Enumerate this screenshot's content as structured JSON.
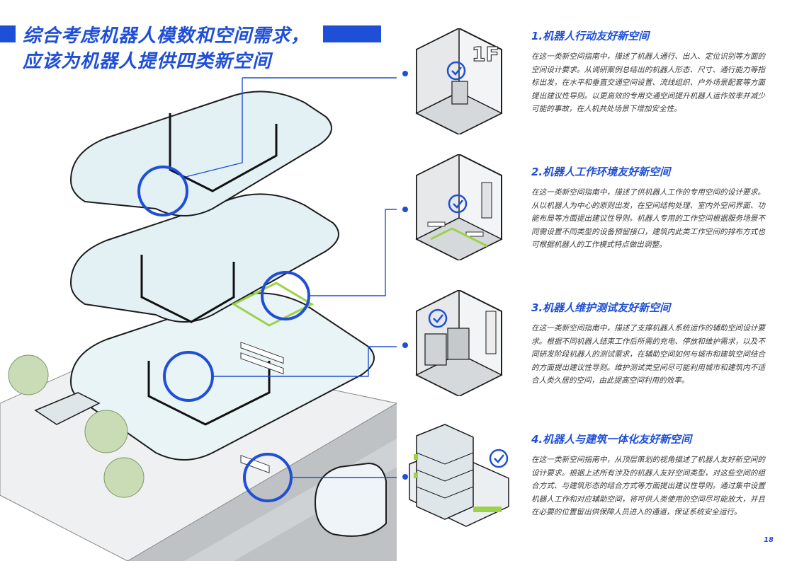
{
  "title": {
    "line1": "综合考虑机器人模数和空间需求，",
    "line2": "应该为机器人提供四类新空间"
  },
  "thumbnails": {
    "t1_sign": "1F"
  },
  "sections": [
    {
      "heading": "1.机器人行动友好新空间",
      "body": "在这一类新空间指南中，描述了机器人通行、出入、定位识别等方面的空间设计要求。从调研案例总结出的机器人形态、尺寸、通行能力等指标出发，在水平和垂直交通空间设置、流线组织、户外场景配套等方面提出建议性导则。以更高效的专用交通空间提升机器人运作效率并减少可能的事故，在人机共处场景下增加安全性。"
    },
    {
      "heading": "2.机器人工作环境友好新空间",
      "body": "在这一类新空间指南中，描述了供机器人工作的专用空间的设计要求。从以机器人为中心的原则出发，在空间结构处理、室内外空间界面、功能布局等方面提出建议性导则。机器人专用的工作空间根据服务场景不同需设置不同类型的设备预留接口，建筑内此类工作空间的排布方式也可根据机器人的工作模式特点做出调整。"
    },
    {
      "heading": "3.机器人维护测试友好新空间",
      "body": "在这一类新空间指南中，描述了支撑机器人系统运作的辅助空间设计要求。根据不同机器人结束工作后所需的充电、停放和维护需求，以及不同研发阶段机器人的测试需求，在辅助空间如何与城市和建筑空间结合的方面提出建议性导则。维护测试类空间尽可能利用城市和建筑内不适合人类久居的空间，由此提高空间利用的效率。"
    },
    {
      "heading": "4.机器人与建筑一体化友好新空间",
      "body": "在这一类新空间指南中，从顶层策划的视角描述了机器人友好新空间的设计要求。根据上述所有涉及的机器人友好空间类型，对这些空间的组合方式、与建筑形态的结合方式等方面提出建议性导则。通过集中设置机器人工作和对应辅助空间，将可供人类使用的空间尽可能放大，并且在必要的位置留出供保障人员进入的通道，保证系统安全运行。"
    }
  ],
  "page_number": "18",
  "colors": {
    "accent": "#1f4fd6",
    "body_text": "#3a3a3a",
    "glass": "#dff1f5",
    "green": "#9bd24a",
    "line": "#1c1c1c"
  }
}
